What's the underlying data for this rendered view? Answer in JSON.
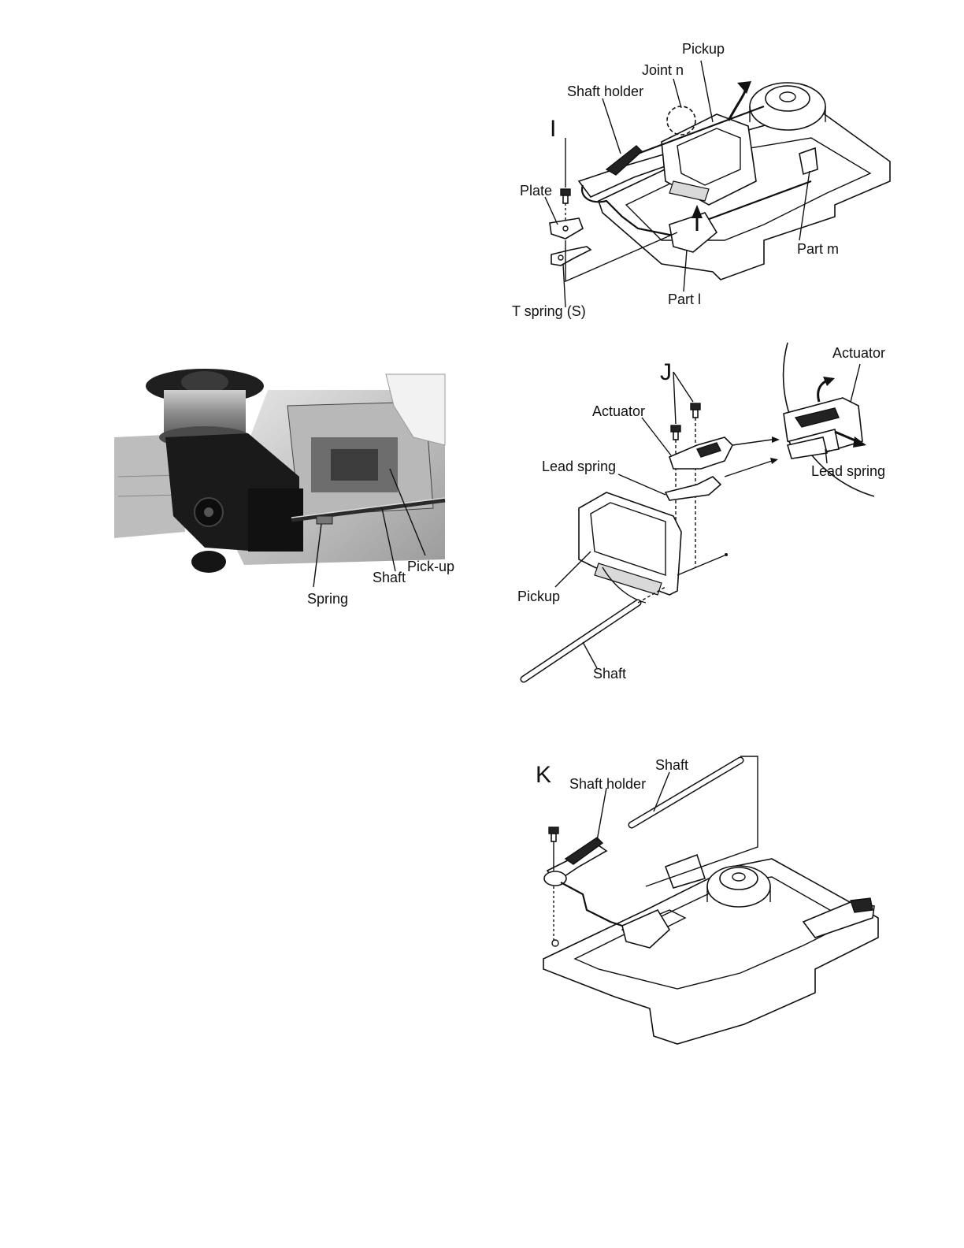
{
  "photo": {
    "labels": {
      "spring": "Spring",
      "shaft": "Shaft",
      "pickup": "Pick-up"
    }
  },
  "fig_i": {
    "step": "I",
    "labels": {
      "pickup": "Pickup",
      "joint_n": "Joint n",
      "shaft_holder": "Shaft holder",
      "plate": "Plate",
      "part_m": "Part m",
      "part_l": "Part l",
      "t_spring": "T spring (S)"
    }
  },
  "fig_j": {
    "step": "J",
    "labels": {
      "actuator": "Actuator",
      "lead_spring": "Lead spring",
      "pickup": "Pickup",
      "shaft": "Shaft",
      "inset_actuator": "Actuator",
      "inset_lead_spring": "Lead spring"
    }
  },
  "fig_k": {
    "step": "K",
    "labels": {
      "shaft": "Shaft",
      "shaft_holder": "Shaft holder"
    }
  },
  "colors": {
    "ink": "#111111",
    "photo_dark": "#1a1a1a",
    "photo_metal": "#9a9a9a"
  }
}
